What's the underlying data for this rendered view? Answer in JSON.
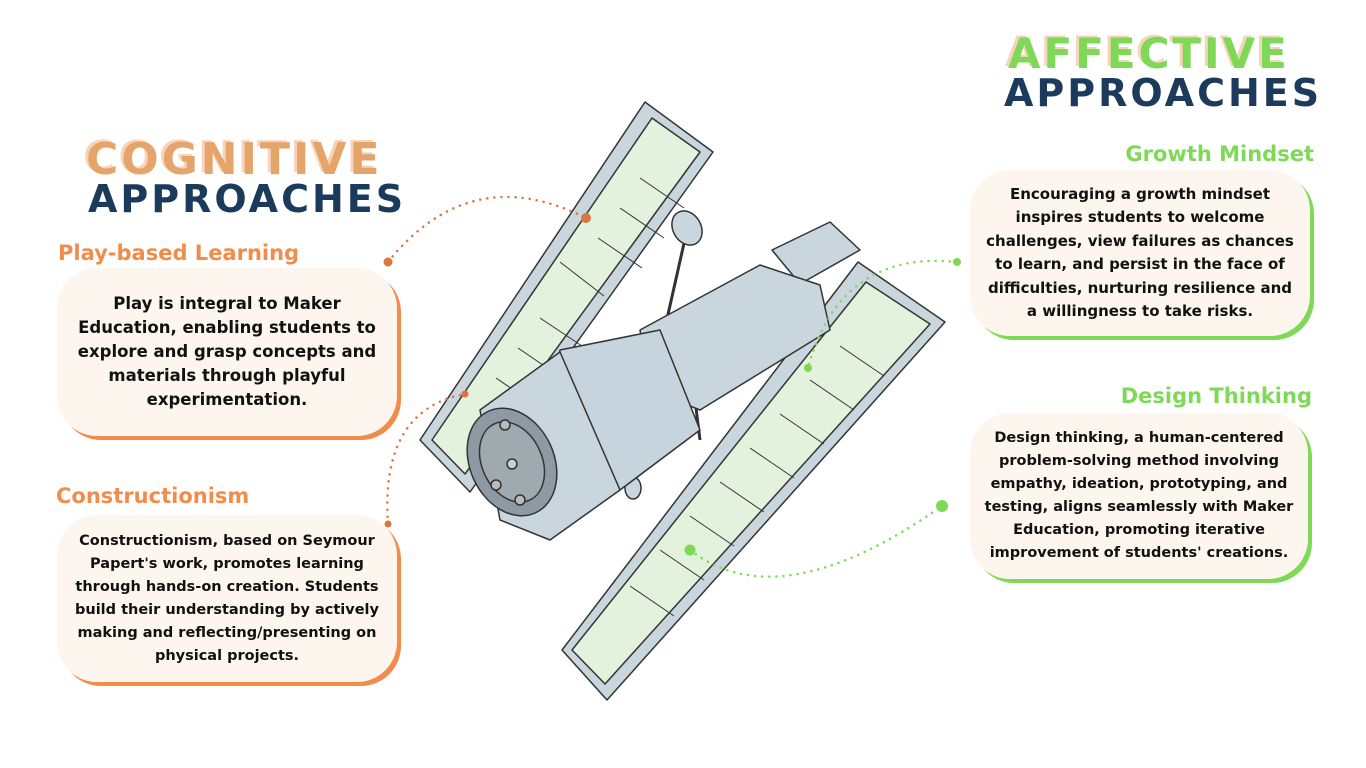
{
  "cognitive": {
    "title_top": "COGNITIVE",
    "title_bottom": "APPROACHES",
    "items": [
      {
        "heading": "Play-based Learning",
        "text": "Play is integral to Maker Education, enabling students to explore and grasp concepts and materials through playful experimentation."
      },
      {
        "heading": "Constructionism",
        "text": "Constructionism, based on Seymour Papert's work, promotes learning through hands-on creation. Students build their understanding by actively making and reflecting/presenting on physical projects."
      }
    ]
  },
  "affective": {
    "title_top": "AFFECTIVE",
    "title_bottom": "APPROACHES",
    "items": [
      {
        "heading": "Growth Mindset",
        "text": "Encouraging a growth mindset inspires students to welcome challenges, view failures as chances to learn, and persist in the face of difficulties, nurturing resilience and a willingness to take risks."
      },
      {
        "heading": "Design Thinking",
        "text": "Design thinking, a human-centered problem-solving method involving empathy, ideation, prototyping, and testing, aligns seamlessly with Maker Education, promoting iterative improvement of students' creations."
      }
    ]
  },
  "colors": {
    "orange": "#F28C4B",
    "green": "#7ED957",
    "navy": "#1B3A5C",
    "box_bg": "#FDF6EF"
  }
}
